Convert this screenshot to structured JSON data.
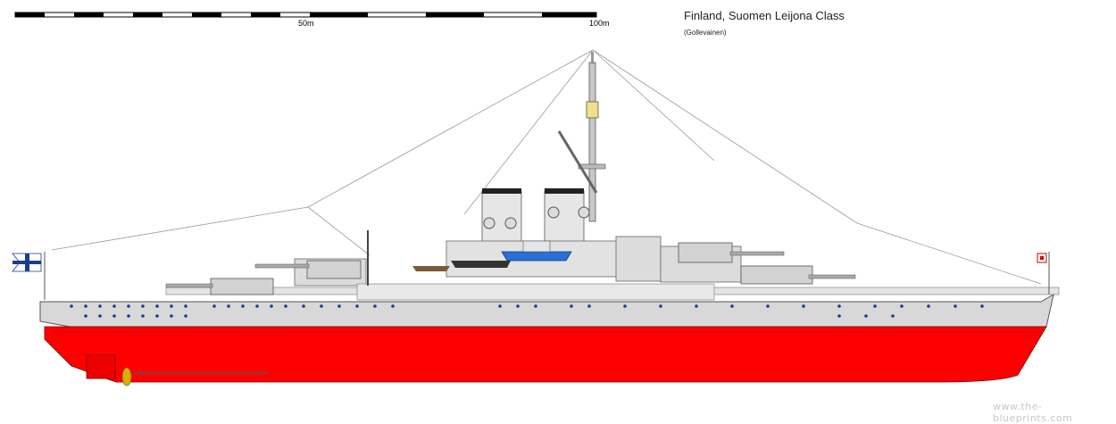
{
  "scale": {
    "label_mid": "50m",
    "label_end": "100m"
  },
  "header": {
    "title": "Finland, Suomen Leijona Class",
    "subtitle": "(Gollevainen)"
  },
  "watermark": "www.the-blueprints.com",
  "colors": {
    "hull_below_waterline": "#ff0000",
    "hull_upper": "#d8d8d8",
    "superstructure": "#e4e4e4",
    "portholes": "#1a3d8f",
    "boat": "#2a6fd6",
    "rigging": "#9a9a9a"
  },
  "icons": [
    "finnish-naval-ensign-icon",
    "jack-flag-icon"
  ]
}
